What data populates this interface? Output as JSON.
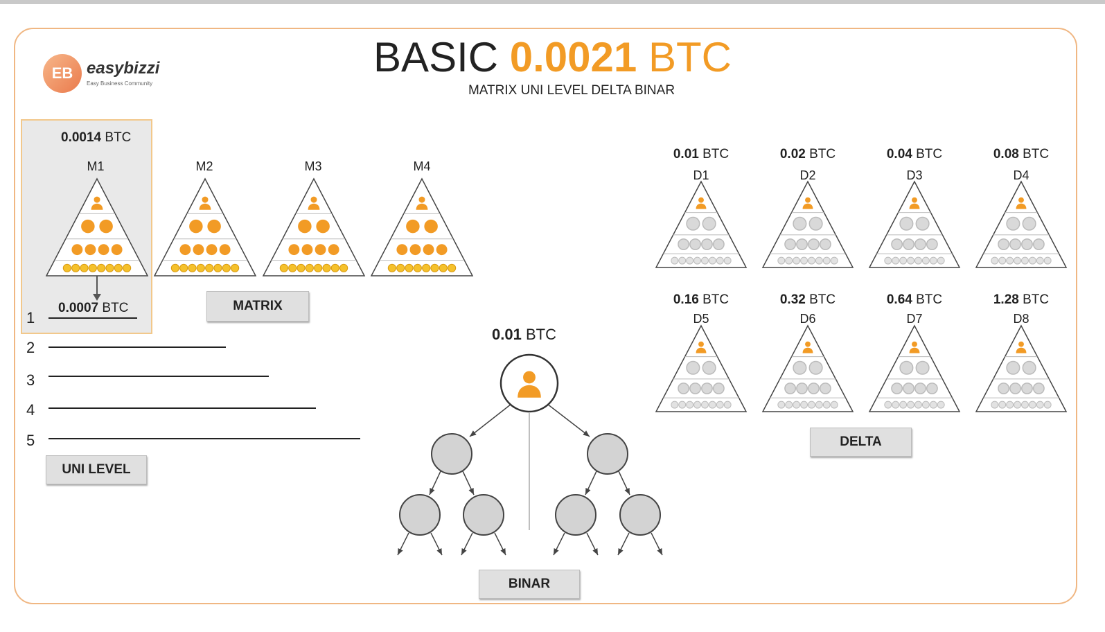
{
  "logo": {
    "mark": "EB",
    "name": "easybizzi",
    "tagline": "Easy Business Community"
  },
  "title": {
    "prefix": "BASIC",
    "value": "0.0021",
    "unit": "BTC"
  },
  "subtitle": "MATRIX UNI LEVEL DELTA BINAR",
  "matrix": {
    "top_value": "0.0014",
    "top_unit": "BTC",
    "levels": [
      "M1",
      "M2",
      "M3",
      "M4"
    ],
    "payout_value": "0.0007",
    "payout_unit": "BTC",
    "button": "MATRIX"
  },
  "unilevel": {
    "numbers": [
      "1",
      "2",
      "3",
      "4",
      "5"
    ],
    "button": "UNI LEVEL"
  },
  "binar": {
    "value": "0.01",
    "unit": "BTC",
    "button": "BINAR"
  },
  "delta": {
    "items": [
      {
        "label": "D1",
        "value": "0.01",
        "unit": "BTC"
      },
      {
        "label": "D2",
        "value": "0.02",
        "unit": "BTC"
      },
      {
        "label": "D3",
        "value": "0.04",
        "unit": "BTC"
      },
      {
        "label": "D4",
        "value": "0.08",
        "unit": "BTC"
      },
      {
        "label": "D5",
        "value": "0.16",
        "unit": "BTC"
      },
      {
        "label": "D6",
        "value": "0.32",
        "unit": "BTC"
      },
      {
        "label": "D7",
        "value": "0.64",
        "unit": "BTC"
      },
      {
        "label": "D8",
        "value": "1.28",
        "unit": "BTC"
      }
    ],
    "button": "DELTA"
  },
  "colors": {
    "accent": "#f29b25",
    "frame": "#f0b783",
    "node": "#d3d3d3"
  },
  "icons": [
    "person-icon",
    "coin-icon",
    "arrow-icon"
  ]
}
